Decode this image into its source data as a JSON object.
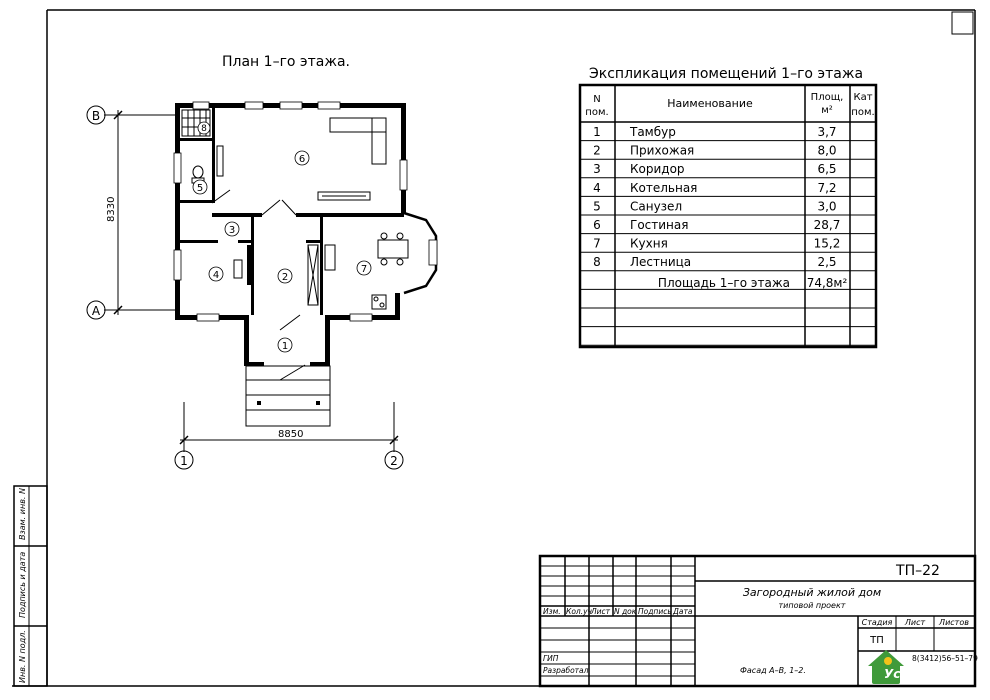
{
  "plan": {
    "title": "План 1–го этажа.",
    "axis_B": "В",
    "axis_A": "А",
    "axis_1": "1",
    "axis_2": "2",
    "dim_vertical": "8330",
    "dim_horizontal": "8850",
    "rooms": [
      "1",
      "2",
      "3",
      "4",
      "5",
      "6",
      "7",
      "8"
    ]
  },
  "explication": {
    "title": "Экспликация помещений 1–го этажа",
    "headers": {
      "num_line1": "N",
      "num_line2": "пом.",
      "name": "Наименование",
      "area_line1": "Площ,",
      "area_line2": "м²",
      "cat_line1": "Кат",
      "cat_line2": "пом."
    },
    "rows": [
      {
        "num": "1",
        "name": "Тамбур",
        "area": "3,7"
      },
      {
        "num": "2",
        "name": "Прихожая",
        "area": "8,0"
      },
      {
        "num": "3",
        "name": "Коридор",
        "area": "6,5"
      },
      {
        "num": "4",
        "name": "Котельная",
        "area": "7,2"
      },
      {
        "num": "5",
        "name": "Санузел",
        "area": "3,0"
      },
      {
        "num": "6",
        "name": "Гостиная",
        "area": "28,7"
      },
      {
        "num": "7",
        "name": "Кухня",
        "area": "15,2"
      },
      {
        "num": "8",
        "name": "Лестница",
        "area": "2,5"
      }
    ],
    "total_label": "Площадь 1–го этажа",
    "total_value": "74,8м²"
  },
  "side_stamp": {
    "inv_orig": "Инв. N подл.",
    "sign_date": "Подпись и дата",
    "vzam": "Взам. инв. N"
  },
  "title_block": {
    "code": "ТП–22",
    "project_name": "Загородный жилой дом",
    "project_sub": "типовой проект",
    "col_izm": "Изм.",
    "col_koluch": "Кол.уч",
    "col_list": "Лист",
    "col_ndoc": "N док",
    "col_podpis": "Подпись",
    "col_data": "Дата",
    "stage_label": "Стадия",
    "sheet_label": "Лист",
    "sheets_label": "Листов",
    "stage_value": "ТП",
    "gip": "ГИП",
    "developed": "Разработал",
    "drawing_name": "Фасад А–В, 1–2.",
    "phone": "8(3412)56–51–79",
    "logo_text": "Усадьба"
  },
  "colors": {
    "logo_green": "#3f9a3a",
    "logo_yellow": "#f2c21a",
    "logo_text": "#ffffff"
  }
}
